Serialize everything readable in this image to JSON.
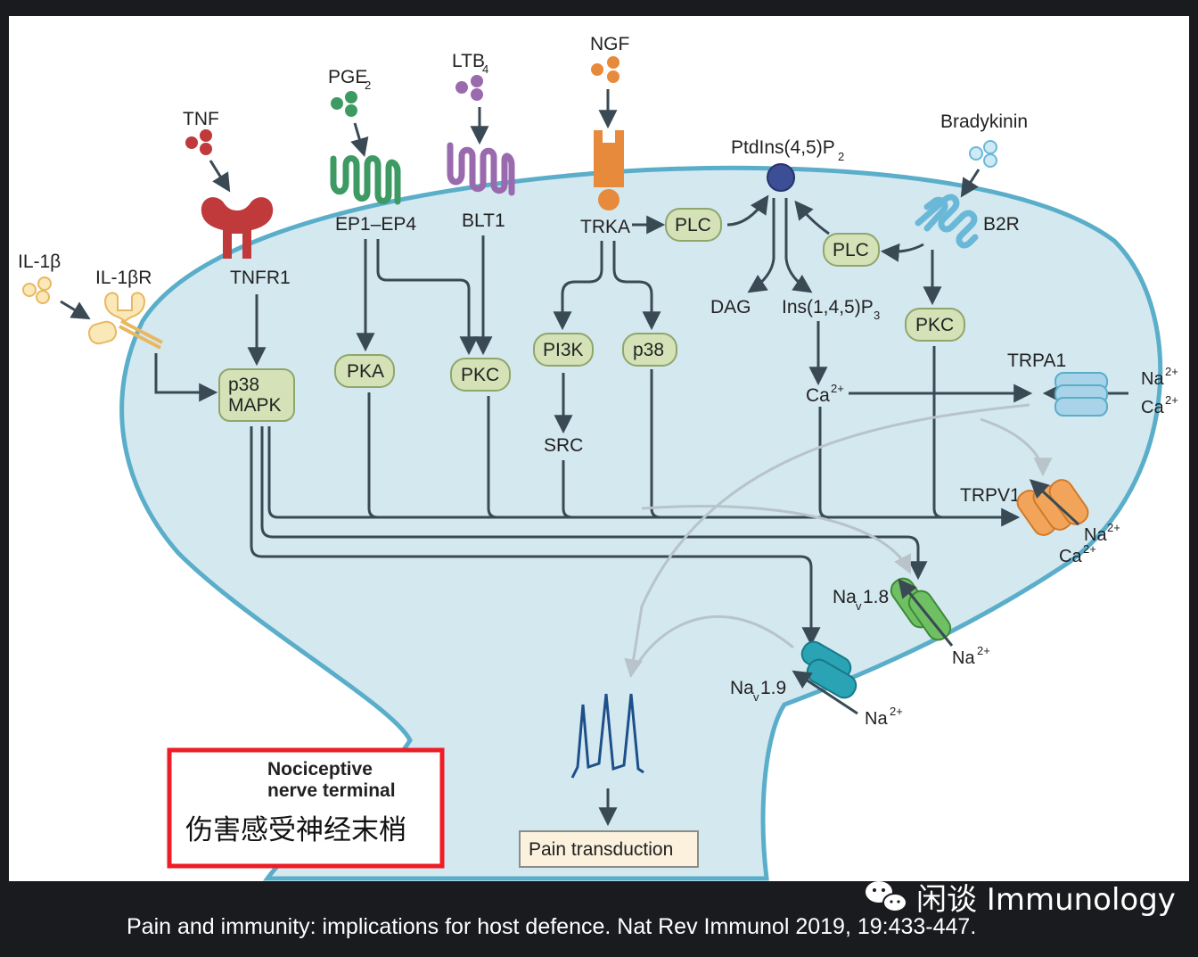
{
  "ligands": {
    "il1b": "IL-1β",
    "tnf": "TNF",
    "pge2": "PGE",
    "pge2_sub": "2",
    "ltb4": "LTB",
    "ltb4_sub": "4",
    "ngf": "NGF",
    "bradykinin": "Bradykinin",
    "ptdins": "PtdIns(4,5)P",
    "ptdins_sub": "2"
  },
  "receptors": {
    "il1br": "IL-1βR",
    "tnfr1": "TNFR1",
    "ep": "EP1–EP4",
    "blt1": "BLT1",
    "trka": "TRKA",
    "b2r": "B2R"
  },
  "signaling": {
    "p38mapk_line1": "p38",
    "p38mapk_line2": "MAPK",
    "pka": "PKA",
    "pkc1": "PKC",
    "pi3k": "PI3K",
    "p38": "p38",
    "src": "SRC",
    "plc1": "PLC",
    "plc2": "PLC",
    "dag": "DAG",
    "ins": "Ins(1,4,5)P",
    "ins_sub": "3",
    "pkc2": "PKC",
    "ca_inner": "Ca",
    "ca_inner_sup": "2+"
  },
  "channels": {
    "trpa1": "TRPA1",
    "trpv1": "TRPV1",
    "nav18": "Na",
    "nav18_sub": "v",
    "nav18_rest": "1.8",
    "nav19": "Na",
    "nav19_sub": "v",
    "nav19_rest": "1.9"
  },
  "ions": {
    "na": "Na",
    "ca": "Ca",
    "sup": "2+"
  },
  "output": {
    "pain_transduction": "Pain transduction"
  },
  "caption_box": {
    "title_line1": "Nociceptive",
    "title_line2": "nerve terminal",
    "chinese": "伤害感受神经末梢"
  },
  "watermark": "闲谈 Immunology",
  "citation": "Pain and immunity: implications for host defence. Nat Rev Immunol 2019, 19:433-447.",
  "colors": {
    "cell_fill": "#d4e8f0",
    "cell_stroke": "#5aaec9",
    "node_fill": "#d5e2b8",
    "node_stroke": "#8fa66a",
    "arrow": "#3a4a55",
    "tnf": "#c0393b",
    "pge": "#3e9a63",
    "ltb": "#9a6aae",
    "ngf": "#e88a3c",
    "bradykinin": "#6ab8d8",
    "il1b": "#f4cf80",
    "nav18": "#6fbf63",
    "nav19": "#2aa3b4",
    "frame_red": "#ee1c25"
  }
}
